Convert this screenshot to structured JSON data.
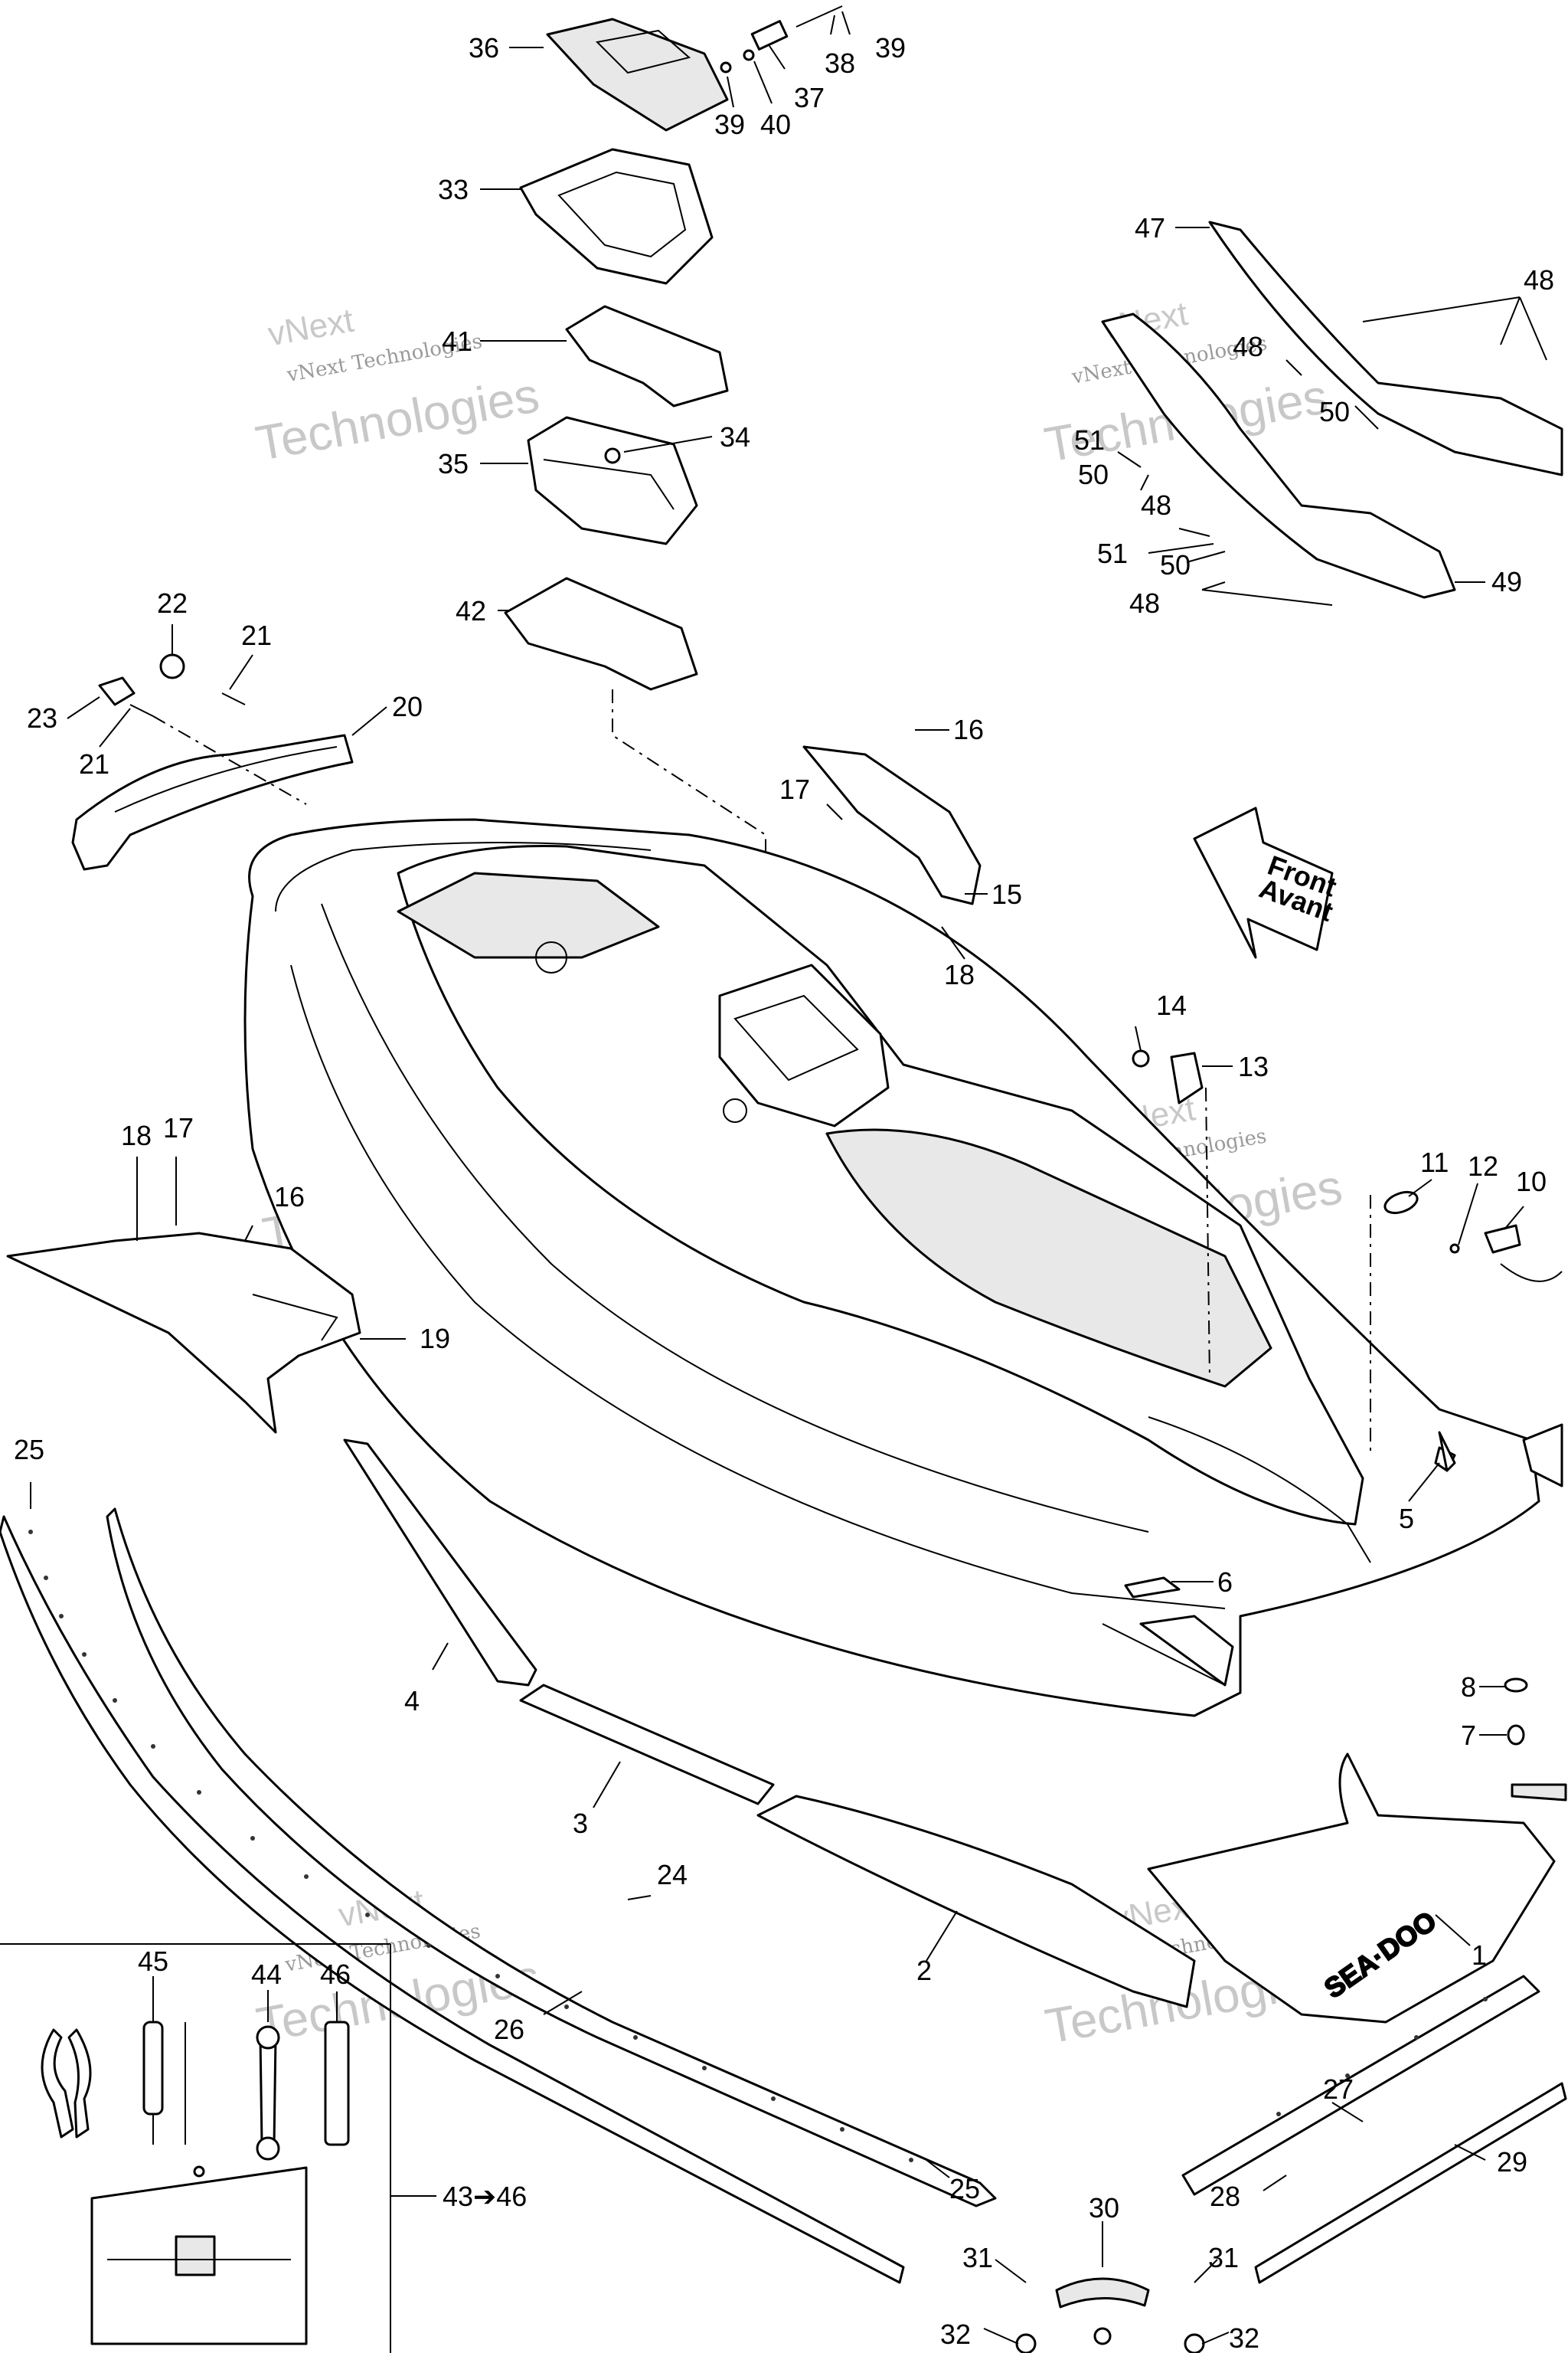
{
  "watermark": {
    "company": "vNext Technologies",
    "word": "Technologies",
    "brand": "vNext"
  },
  "direction_arrow": {
    "line1": "Front",
    "line2": "Avant"
  },
  "hull_logo": "SEA·DOO",
  "callouts": {
    "c1": "1",
    "c2": "2",
    "c3": "3",
    "c4": "4",
    "c5": "5",
    "c6": "6",
    "c7": "7",
    "c8": "8",
    "c10": "10",
    "c11": "11",
    "c12": "12",
    "c13": "13",
    "c14": "14",
    "c15": "15",
    "c16a": "16",
    "c16b": "16",
    "c17a": "17",
    "c17b": "17",
    "c18a": "18",
    "c18b": "18",
    "c19": "19",
    "c20": "20",
    "c21a": "21",
    "c21b": "21",
    "c22": "22",
    "c23": "23",
    "c24": "24",
    "c25a": "25",
    "c25b": "25",
    "c26": "26",
    "c27": "27",
    "c28": "28",
    "c29": "29",
    "c30": "30",
    "c31a": "31",
    "c31b": "31",
    "c32a": "32",
    "c32b": "32",
    "c33": "33",
    "c34": "34",
    "c35": "35",
    "c36": "36",
    "c37": "37",
    "c38": "38",
    "c39a": "39",
    "c39b": "39",
    "c40": "40",
    "c41": "41",
    "c42": "42",
    "c43_46": "43➔46",
    "c44": "44",
    "c45": "45",
    "c46": "46",
    "c47": "47",
    "c48a": "48",
    "c48b": "48",
    "c48c": "48",
    "c48d": "48",
    "c49": "49",
    "c50a": "50",
    "c50b": "50",
    "c50c": "50",
    "c51a": "51",
    "c51b": "51"
  }
}
